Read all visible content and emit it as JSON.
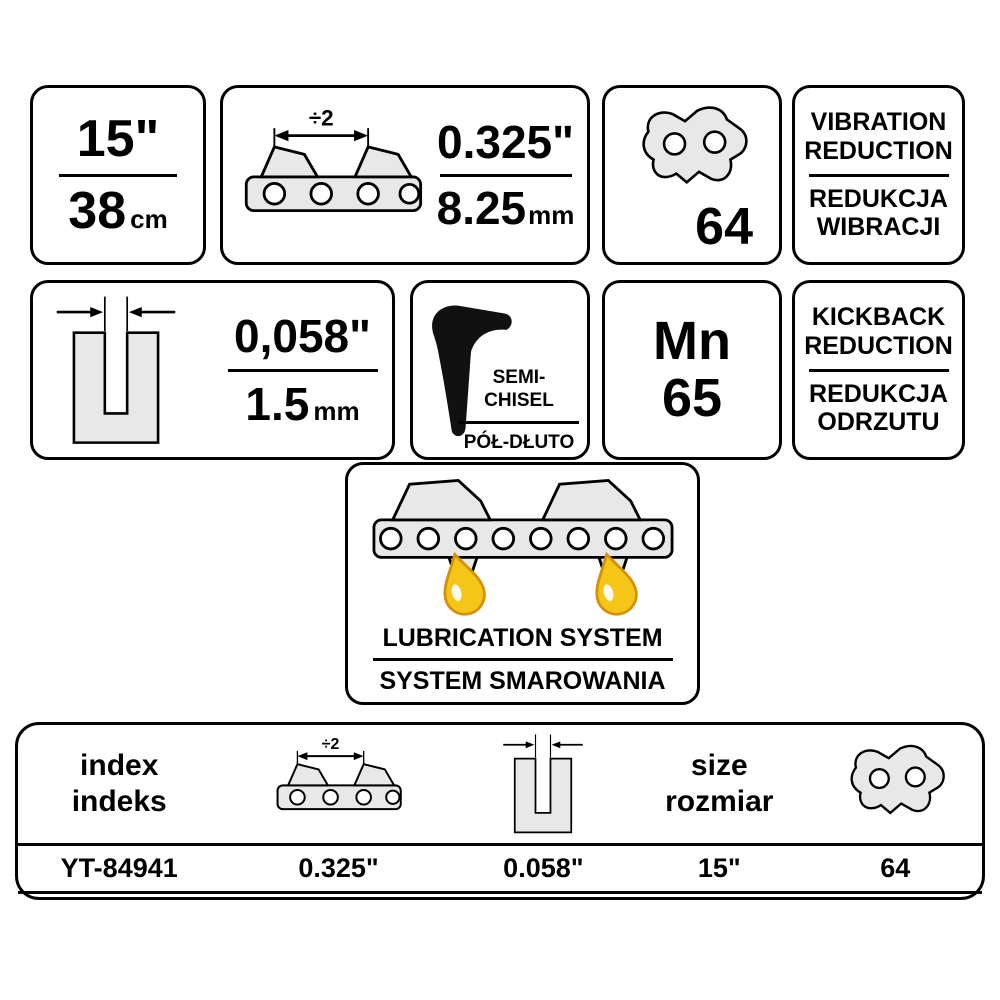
{
  "colors": {
    "outline": "#000000",
    "chain_fill": "#E8E8E8",
    "oil_drop": "#F5C518",
    "oil_drop_outline": "#D4920A"
  },
  "spec_boxes": {
    "bar_length": {
      "inches": "15\"",
      "metric_value": "38",
      "metric_unit": "cm"
    },
    "pitch": {
      "dim_label": "÷2",
      "inches": "0.325\"",
      "metric_value": "8.25",
      "metric_unit": "mm"
    },
    "drive_links": {
      "count": "64"
    },
    "vibration": {
      "en_line1": "VIBRATION",
      "en_line2": "REDUCTION",
      "pl_line1": "REDUKCJA",
      "pl_line2": "WIBRACJI"
    },
    "gauge": {
      "inches": "0,058\"",
      "metric_value": "1.5",
      "metric_unit": "mm"
    },
    "cutter_type": {
      "en": "SEMI-CHISEL",
      "pl": "PÓŁ-DŁUTO"
    },
    "material": {
      "symbol": "Mn",
      "grade": "65"
    },
    "kickback": {
      "en_line1": "KICKBACK",
      "en_line2": "REDUCTION",
      "pl_line1": "REDUKCJA",
      "pl_line2": "ODRZUTU"
    },
    "lubrication": {
      "en": "LUBRICATION SYSTEM",
      "pl": "SYSTEM SMAROWANIA"
    }
  },
  "table": {
    "headers": {
      "index_en": "index",
      "index_pl": "indeks",
      "pitch_dim_label": "÷2",
      "size_en": "size",
      "size_pl": "rozmiar"
    },
    "values": {
      "index": "YT-84941",
      "pitch": "0.325\"",
      "gauge": "0.058\"",
      "size": "15\"",
      "drive_links": "64"
    }
  }
}
